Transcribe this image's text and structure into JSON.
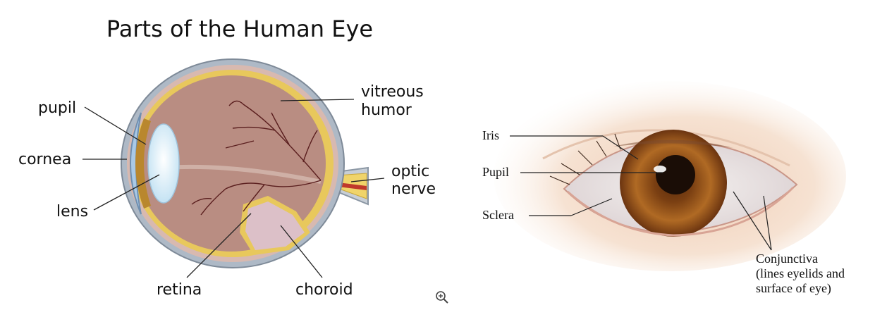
{
  "left_diagram": {
    "title": "Parts of the Human Eye",
    "labels": {
      "pupil": "pupil",
      "cornea": "cornea",
      "lens": "lens",
      "retina": "retina",
      "choroid": "choroid",
      "vitreous_1": "vitreous",
      "vitreous_2": "humor",
      "optic_1": "optic",
      "optic_2": "nerve"
    },
    "zoom_icon": "zoom-in-icon"
  },
  "right_diagram": {
    "labels": {
      "iris": "Iris",
      "pupil": "Pupil",
      "sclera": "Sclera",
      "conj_1": "Conjunctiva",
      "conj_2": "(lines eyelids and",
      "conj_3": "surface of eye)"
    }
  },
  "colors": {
    "vitreous": "#b88a7e",
    "retina_yellow": "#e8c85c",
    "sclera_blue": "#b9c6d3",
    "lens": "#d6ecf7",
    "iris_brown": "#9a5a1c",
    "skin": "#f3ddc8"
  }
}
